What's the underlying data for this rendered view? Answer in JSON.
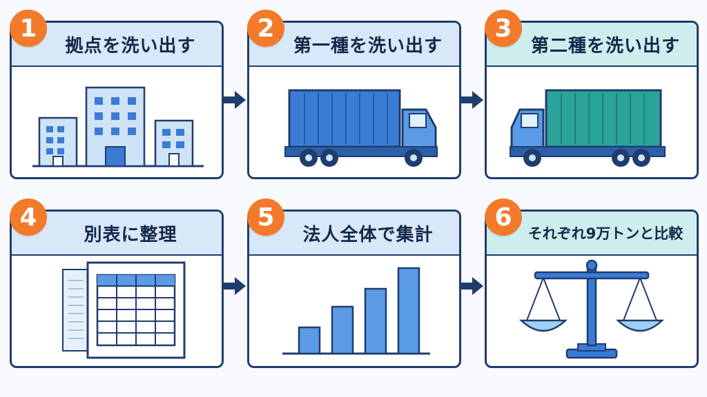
{
  "steps": [
    {
      "number": "1",
      "title": "拠点を洗い出す",
      "icon": "buildings-icon"
    },
    {
      "number": "2",
      "title": "第一種を洗い出す",
      "icon": "blue-truck-icon"
    },
    {
      "number": "3",
      "title": "第二種を洗い出す",
      "icon": "teal-truck-icon"
    },
    {
      "number": "4",
      "title": "別表に整理",
      "icon": "spreadsheet-icon"
    },
    {
      "number": "5",
      "title": "法人全体で集計",
      "icon": "bar-chart-icon"
    },
    {
      "number": "6",
      "title": "それぞれ9万トンと比較",
      "icon": "balance-scale-icon"
    }
  ],
  "colors": {
    "accent": "#f27a2a",
    "border": "#1f3c6e",
    "header_blue": "#d8e8f8",
    "header_teal": "#cdeeed",
    "icon_blue": "#3a7bd5",
    "icon_teal": "#2aa39a"
  }
}
